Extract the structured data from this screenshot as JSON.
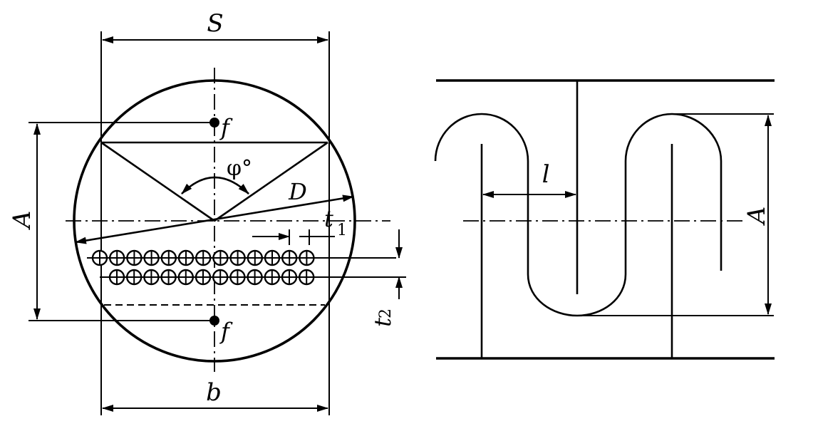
{
  "labels": {
    "S": "S",
    "b": "b",
    "f_top": "f",
    "f_bottom": "f",
    "phi": "φ°",
    "D": "D",
    "t1": "t",
    "t1_sub": "1",
    "t2": "t",
    "t2_sub": "2",
    "A_left": "A",
    "A_right": "A",
    "l": "l"
  },
  "tube_rows": {
    "upper_row_count": 13,
    "lower_row_count": 12
  },
  "colors": {
    "ink": "#000000",
    "paper": "#ffffff"
  }
}
